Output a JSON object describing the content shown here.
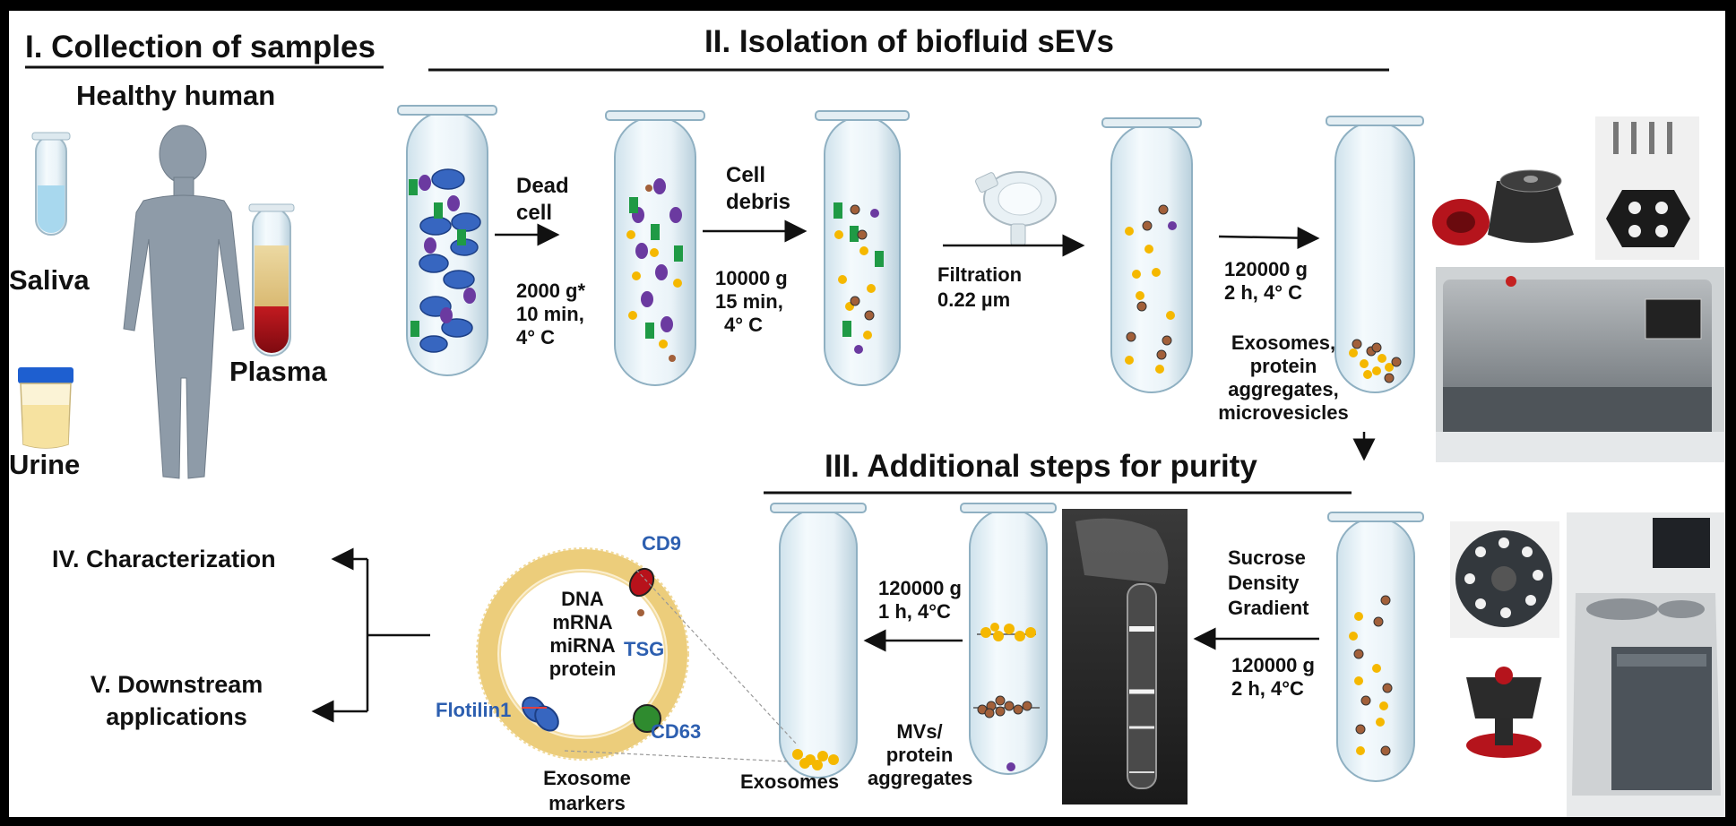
{
  "sections": {
    "collection": "I. Collection of samples",
    "isolation": "II. Isolation of biofluid sEVs",
    "purity": "III. Additional steps for purity",
    "characterization": "IV. Characterization",
    "downstream_line1": "V. Downstream",
    "downstream_line2": "applications"
  },
  "collection": {
    "subject": "Healthy human",
    "saliva": "Saliva",
    "urine": "Urine",
    "plasma": "Plasma"
  },
  "isolation_steps": [
    {
      "label": [
        "Dead",
        "cell"
      ],
      "condition": [
        "2000 g*",
        "10 min,",
        "4° C"
      ]
    },
    {
      "label": [
        "Cell",
        "debris"
      ],
      "condition": [
        "10000 g",
        "15 min,",
        "4° C"
      ]
    },
    {
      "label": [
        "Filtration"
      ],
      "condition": [
        "0.22 µm"
      ]
    },
    {
      "label": [],
      "condition": [
        "120000 g",
        "2 h, 4° C"
      ]
    }
  ],
  "pellet_label": [
    "Exosomes,",
    "protein",
    "aggregates,",
    "microvesicles"
  ],
  "purity_steps": {
    "gradient_label": [
      "Sucrose",
      "Density",
      "Gradient"
    ],
    "gradient_condition": [
      "120000 g",
      "2 h, 4°C"
    ],
    "final_condition": [
      "120000 g",
      "1 h, 4°C"
    ],
    "mvs_label": [
      "MVs/",
      "protein",
      "aggregates"
    ],
    "exosomes_label": "Exosomes"
  },
  "exosome": {
    "cargo": [
      "DNA",
      "mRNA",
      "miRNA",
      "protein"
    ],
    "markers": {
      "cd9": "CD9",
      "tsg": "TSG",
      "cd63": "CD63",
      "flotilin": "Flotilin1"
    },
    "caption": [
      "Exosome",
      "markers"
    ]
  },
  "colors": {
    "accent_blue": "#2d5fb0",
    "vesicle_yellow": "#f5b800",
    "particle_brown": "#a2603a",
    "marker_red": "#b8121b",
    "marker_green": "#2f8b2f",
    "cell_blue": "#3766c0",
    "cell_purple": "#6b3aa0",
    "debris_green": "#1f9a45",
    "saliva_blue": "#a8d8ee",
    "plasma_red": "#b3141b",
    "urine_yellow": "#f6e2a0"
  },
  "icons": [
    "human-silhouette-icon",
    "syringe-filter-icon",
    "rotor-icon",
    "ultracentrifuge-icon",
    "test-tube-icon"
  ]
}
